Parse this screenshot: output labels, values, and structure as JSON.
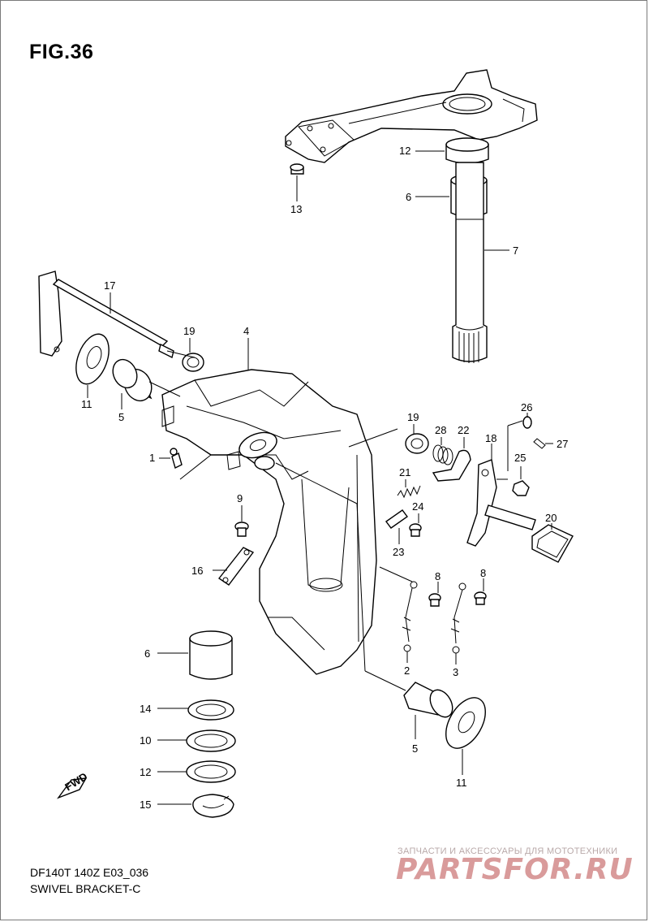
{
  "figure": {
    "title": "FIG.36",
    "model_code": "DF140T 140Z E03_036",
    "caption": "SWIVEL BRACKET-C",
    "fwd_arrow_label": "FWD"
  },
  "watermark": {
    "tagline": "ЗАПЧАСТИ И АКСЕССУАРЫ ДЛЯ МОТОТЕХНИКИ",
    "logo_text": "PARTSFOR.RU"
  },
  "callouts": [
    {
      "id": "c12a",
      "text": "12"
    },
    {
      "id": "c6a",
      "text": "6"
    },
    {
      "id": "c7",
      "text": "7"
    },
    {
      "id": "c13",
      "text": "13"
    },
    {
      "id": "c17",
      "text": "17"
    },
    {
      "id": "c19a",
      "text": "19"
    },
    {
      "id": "c4",
      "text": "4"
    },
    {
      "id": "c11a",
      "text": "11"
    },
    {
      "id": "c5a",
      "text": "5"
    },
    {
      "id": "c1",
      "text": "1"
    },
    {
      "id": "c9",
      "text": "9"
    },
    {
      "id": "c16",
      "text": "16"
    },
    {
      "id": "c19b",
      "text": "19"
    },
    {
      "id": "c28",
      "text": "28"
    },
    {
      "id": "c22",
      "text": "22"
    },
    {
      "id": "c26",
      "text": "26"
    },
    {
      "id": "c18",
      "text": "18"
    },
    {
      "id": "c27",
      "text": "27"
    },
    {
      "id": "c25",
      "text": "25"
    },
    {
      "id": "c21",
      "text": "21"
    },
    {
      "id": "c24",
      "text": "24"
    },
    {
      "id": "c20",
      "text": "20"
    },
    {
      "id": "c23",
      "text": "23"
    },
    {
      "id": "c8a",
      "text": "8"
    },
    {
      "id": "c8b",
      "text": "8"
    },
    {
      "id": "c2",
      "text": "2"
    },
    {
      "id": "c3",
      "text": "3"
    },
    {
      "id": "c6b",
      "text": "6"
    },
    {
      "id": "c14",
      "text": "14"
    },
    {
      "id": "c10",
      "text": "10"
    },
    {
      "id": "c12b",
      "text": "12"
    },
    {
      "id": "c15",
      "text": "15"
    },
    {
      "id": "c5b",
      "text": "5"
    },
    {
      "id": "c11b",
      "text": "11"
    }
  ]
}
